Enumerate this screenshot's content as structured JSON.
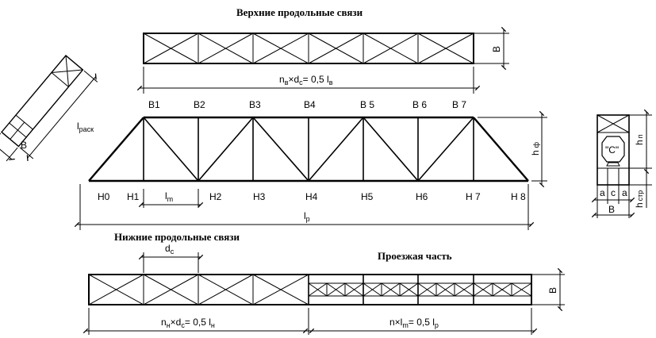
{
  "titles": {
    "top_bracing": "Верхние продольные связи",
    "bottom_bracing": "Нижние продольные связи",
    "deck": "Проезжая часть"
  },
  "dims": {
    "top_length": {
      "p1": "n",
      "p1sub": "в",
      "p2": "×d",
      "p2sub": "с",
      "p3": "= 0,5 l",
      "p3sub": "в"
    },
    "bottom_length_left": {
      "p1": "n",
      "p1sub": "н",
      "p2": "×d",
      "p2sub": "с",
      "p3": "= 0,5 l",
      "p3sub": "н"
    },
    "bottom_length_right": {
      "p1": "n×l",
      "p1sub": "m",
      "p2": "= 0,5 l",
      "p2sub": "р"
    },
    "width_label": "В",
    "truss_height": {
      "main": "h",
      "sub": "ф"
    },
    "span": {
      "main": "l",
      "sub": "р"
    },
    "panel": {
      "main": "l",
      "sub": "m"
    },
    "panel_dc": {
      "main": "d",
      "sub": "с"
    },
    "rask": {
      "main": "l",
      "sub": "раск"
    }
  },
  "truss": {
    "top_nodes": [
      "В1",
      "В2",
      "В3",
      "В4",
      "В 5",
      "В 6",
      "В 7"
    ],
    "bottom_nodes": [
      "Н0",
      "Н1",
      "Н2",
      "Н3",
      "Н4",
      "Н5",
      "Н6",
      "Н 7",
      "Н 8"
    ]
  },
  "section": {
    "c_label": "\"С\"",
    "hn": {
      "main": "h",
      "sub": "п"
    },
    "hstr": {
      "main": "h",
      "sub": "стр"
    },
    "a_label": "a",
    "c_small": "c",
    "b_label": "В"
  }
}
